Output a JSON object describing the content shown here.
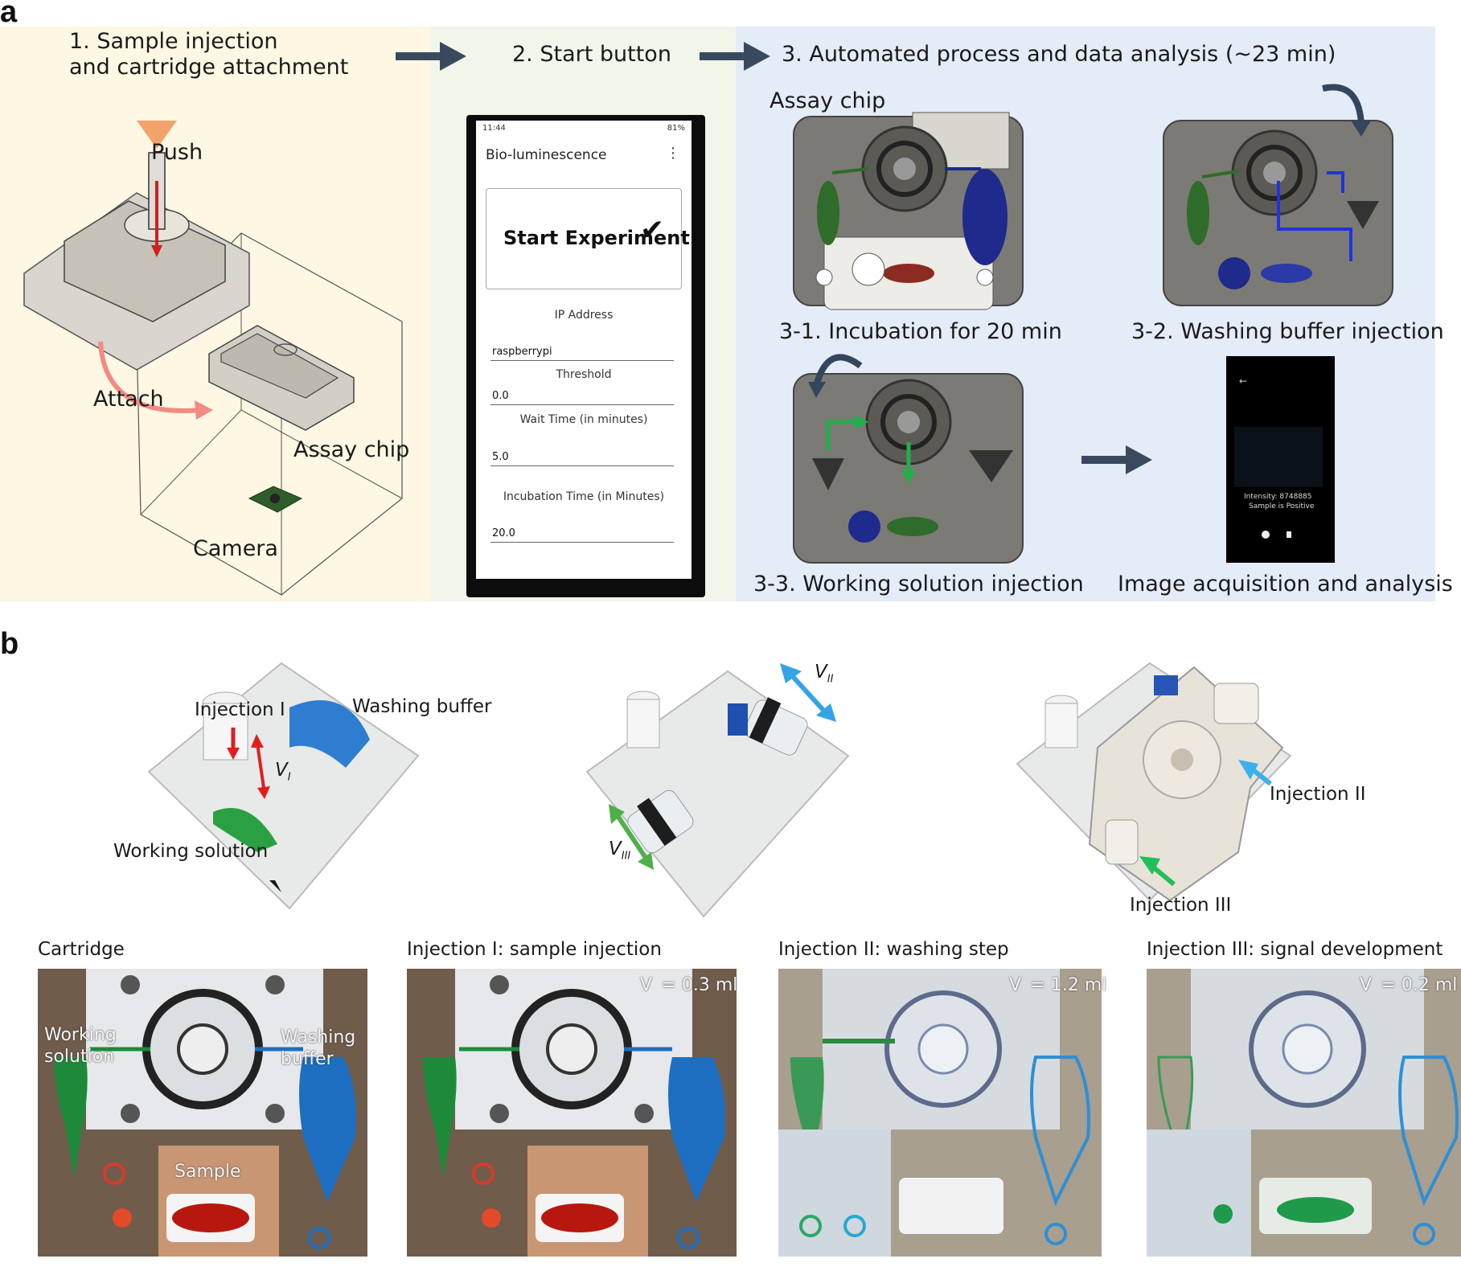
{
  "panel_a": {
    "letter": "a",
    "step1_line1": "1. Sample injection",
    "step1_line2": "and cartridge attachment",
    "step2": "2. Start button",
    "step3": "3. Automated process and data analysis (~23 min)",
    "push": "Push",
    "attach": "Attach",
    "assay_chip_left": "Assay chip",
    "camera": "Camera",
    "assay_chip_right": "Assay chip",
    "sub_3_1": "3-1. Incubation for 20 min",
    "sub_3_2": "3-2. Washing buffer injection",
    "sub_3_3": "3-3. Working solution injection",
    "image_acq": "Image acquisition and analysis",
    "app": {
      "status_time": "11:44",
      "status_right": "81%",
      "title": "Bio-luminescence",
      "menu_icon": "⋮",
      "start_button": "Start Experiment",
      "ip_label": "IP Address",
      "ip_value": "raspberrypi",
      "threshold_label": "Threshold",
      "threshold_value": "0.0",
      "wait_label": "Wait Time (in minutes)",
      "wait_value": "5.0",
      "incub_label": "Incubation Time (in Minutes)",
      "incub_value": "20.0"
    },
    "result_screen": {
      "back": "←",
      "line1": "Intensity: 8748885",
      "line2": "Sample is Positive"
    }
  },
  "panel_b": {
    "letter": "b",
    "injection_i": "Injection I",
    "washing_buffer": "Washing buffer",
    "v_i": "V",
    "v_i_sub": "I",
    "working_solution": "Working solution",
    "v_ii": "V",
    "v_ii_sub": "II",
    "v_iii": "V",
    "v_iii_sub": "III",
    "injection_ii": "Injection II",
    "injection_iii": "Injection III",
    "cap1": "Cartridge",
    "cap2": "Injection I: sample injection",
    "cap3": "Injection II: washing step",
    "cap4": "Injection III: signal development",
    "photo1_working": "Working",
    "photo1_solution": "solution",
    "photo1_washing": "Washing",
    "photo1_buffer": "buffer",
    "photo1_sample": "Sample",
    "photo2_vol": "V  = 0.3 ml",
    "photo3_vol": "V  = 1.2 ml",
    "photo4_vol": "V  = 0.2 ml"
  }
}
